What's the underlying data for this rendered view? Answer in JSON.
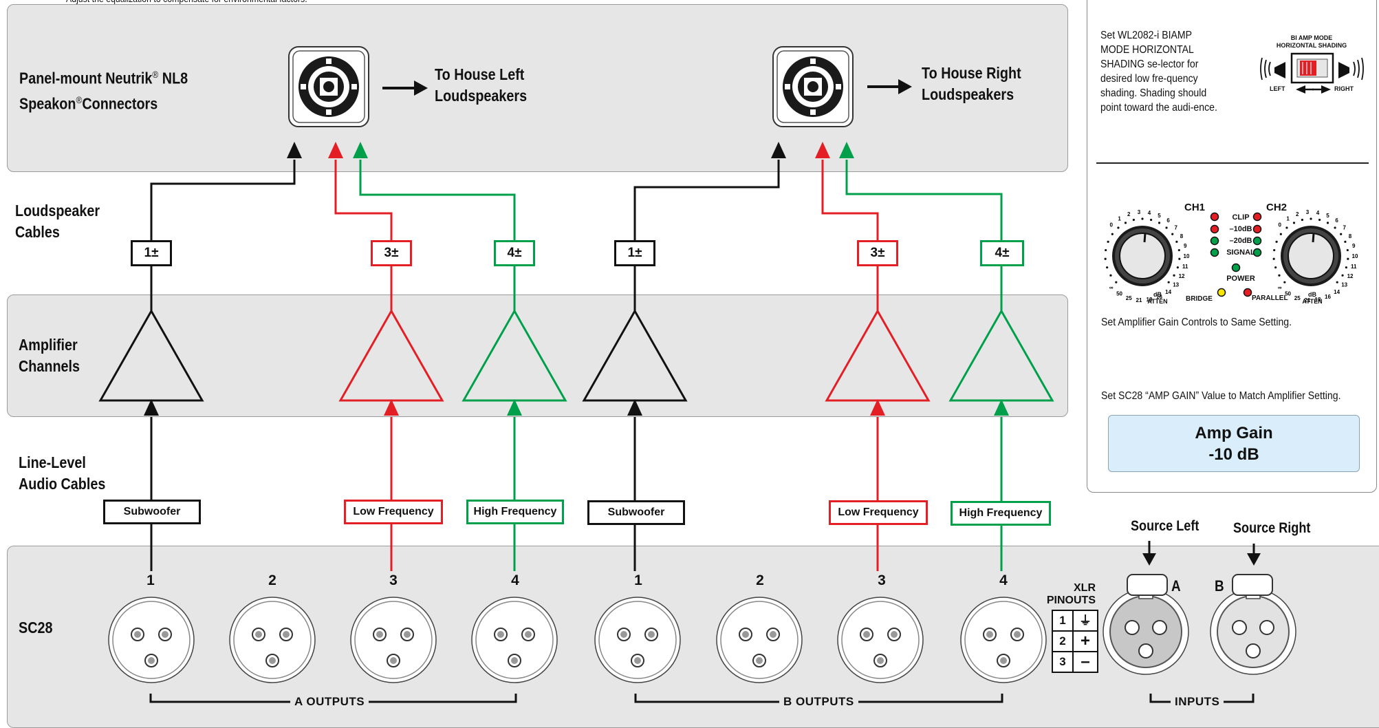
{
  "top_note": "Adjust the equalization to compensate for environmental factors.",
  "speakon": {
    "title_line1": "Panel-mount Neutrik",
    "title_reg": "®",
    "title_nl8": " NL8",
    "title_line2": "Speakon",
    "title_reg2": "®",
    "title_line2b": "Connectors",
    "left_dest_line1": "To House Left",
    "left_dest_line2": "Loudspeakers",
    "right_dest_line1": "To House Right",
    "right_dest_line2": "Loudspeakers"
  },
  "row_labels": {
    "speaker_cables_1": "Loudspeaker",
    "speaker_cables_2": "Cables",
    "amp_channels_1": "Amplifier",
    "amp_channels_2": "Channels",
    "line_level_1": "Line-Level",
    "line_level_2": "Audio Cables",
    "sc28": "SC28"
  },
  "pin_labels": [
    "1±",
    "3±",
    "4±",
    "1±",
    "3±",
    "4±"
  ],
  "cable_tags": [
    "Subwoofer",
    "Low Frequency",
    "High Frequency",
    "Subwoofer",
    "Low Frequency",
    "High Frequency"
  ],
  "output_numbers": [
    "1",
    "2",
    "3",
    "4",
    "1",
    "2",
    "3",
    "4"
  ],
  "a_outputs": "A OUTPUTS",
  "b_outputs": "B OUTPUTS",
  "inputs": "INPUTS",
  "xlr_pinouts_1": "XLR",
  "xlr_pinouts_2": "PINOUTS",
  "xlr_rows": [
    {
      "pin": "1",
      "sym": "⏚"
    },
    {
      "pin": "2",
      "sym": "+"
    },
    {
      "pin": "3",
      "sym": "–"
    }
  ],
  "input_a": "A",
  "input_b": "B",
  "source_left": "Source Left",
  "source_right": "Source Right",
  "side": {
    "biamp_text": "Set WL2082-i BIAMP MODE HORIZONTAL SHADING se-lector for desired low fre-quency shading. Shading should point toward the audi-ence.",
    "biamp_title_1": "BI AMP MODE",
    "biamp_title_2": "HORIZONTAL SHADING",
    "biamp_left": "LEFT",
    "biamp_right": "RIGHT",
    "ch1": "CH1",
    "ch2": "CH2",
    "led_clip": "CLIP",
    "led_10": "–10dB",
    "led_20": "–20dB",
    "led_signal": "SIGNAL",
    "led_power": "POWER",
    "bridge": "BRIDGE",
    "parallel": "PARALLEL",
    "atten_db": "dB",
    "atten": "ATTEN",
    "knob_scale": [
      "0",
      "1",
      "2",
      "3",
      "4",
      "5",
      "6",
      "7",
      "8",
      "9",
      "10",
      "11",
      "12",
      "13",
      "14",
      "16",
      "18",
      "21",
      "25",
      "50",
      "∞"
    ],
    "amp_gain_note": "Set Amplifier Gain Controls to Same Setting.",
    "sc28_note": "Set SC28 “AMP GAIN” Value to Match Amplifier Setting.",
    "amp_gain_title": "Amp Gain",
    "amp_gain_value": "-10 dB"
  },
  "colors": {
    "black_channel": "#111111",
    "red_channel": "#e31e24",
    "green_channel": "#00a04b",
    "panel_bg": "#e6e6e7",
    "gain_box": "#d9eefa"
  }
}
